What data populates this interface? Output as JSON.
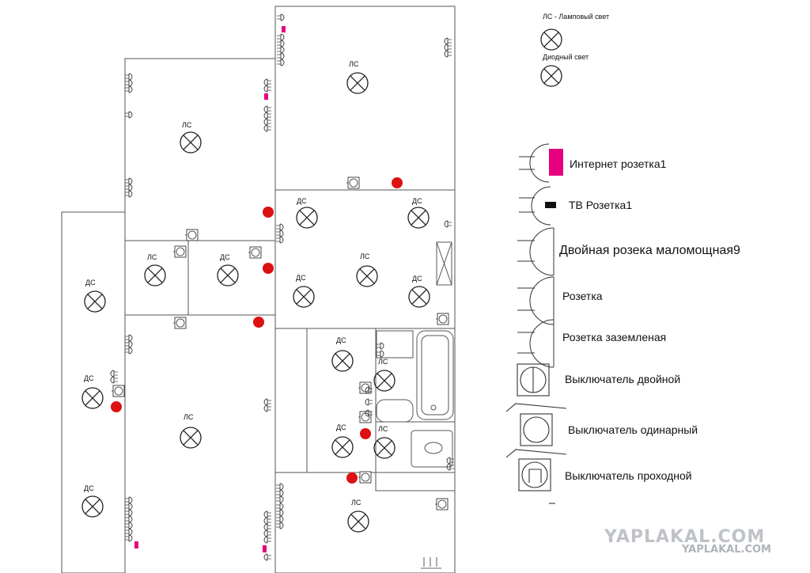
{
  "plan": {
    "lamp_abbr": "ЛС",
    "diode_abbr": "ДС"
  },
  "legend": {
    "lamp": "ЛС - Ламповый свет",
    "diode": "Диодный свет",
    "internet": "Интернет розетка1",
    "tv": "ТВ Розетка1",
    "double_socket": "Двойная розека маломощная9",
    "socket": "Розетка",
    "grounded_socket": "Розетка заземленая",
    "switch_double": "Выключатель двойной",
    "switch_single": "Выключатель одинарный",
    "switch_pass": "Выключатель проходной"
  },
  "colors": {
    "internet_socket": "#e6007e",
    "junction_box": "#dd1111",
    "watermark": "#bfc3c7"
  },
  "watermark": {
    "main": "YAPLAKAL.COM",
    "sub": "YAPLAKAL.COM"
  }
}
